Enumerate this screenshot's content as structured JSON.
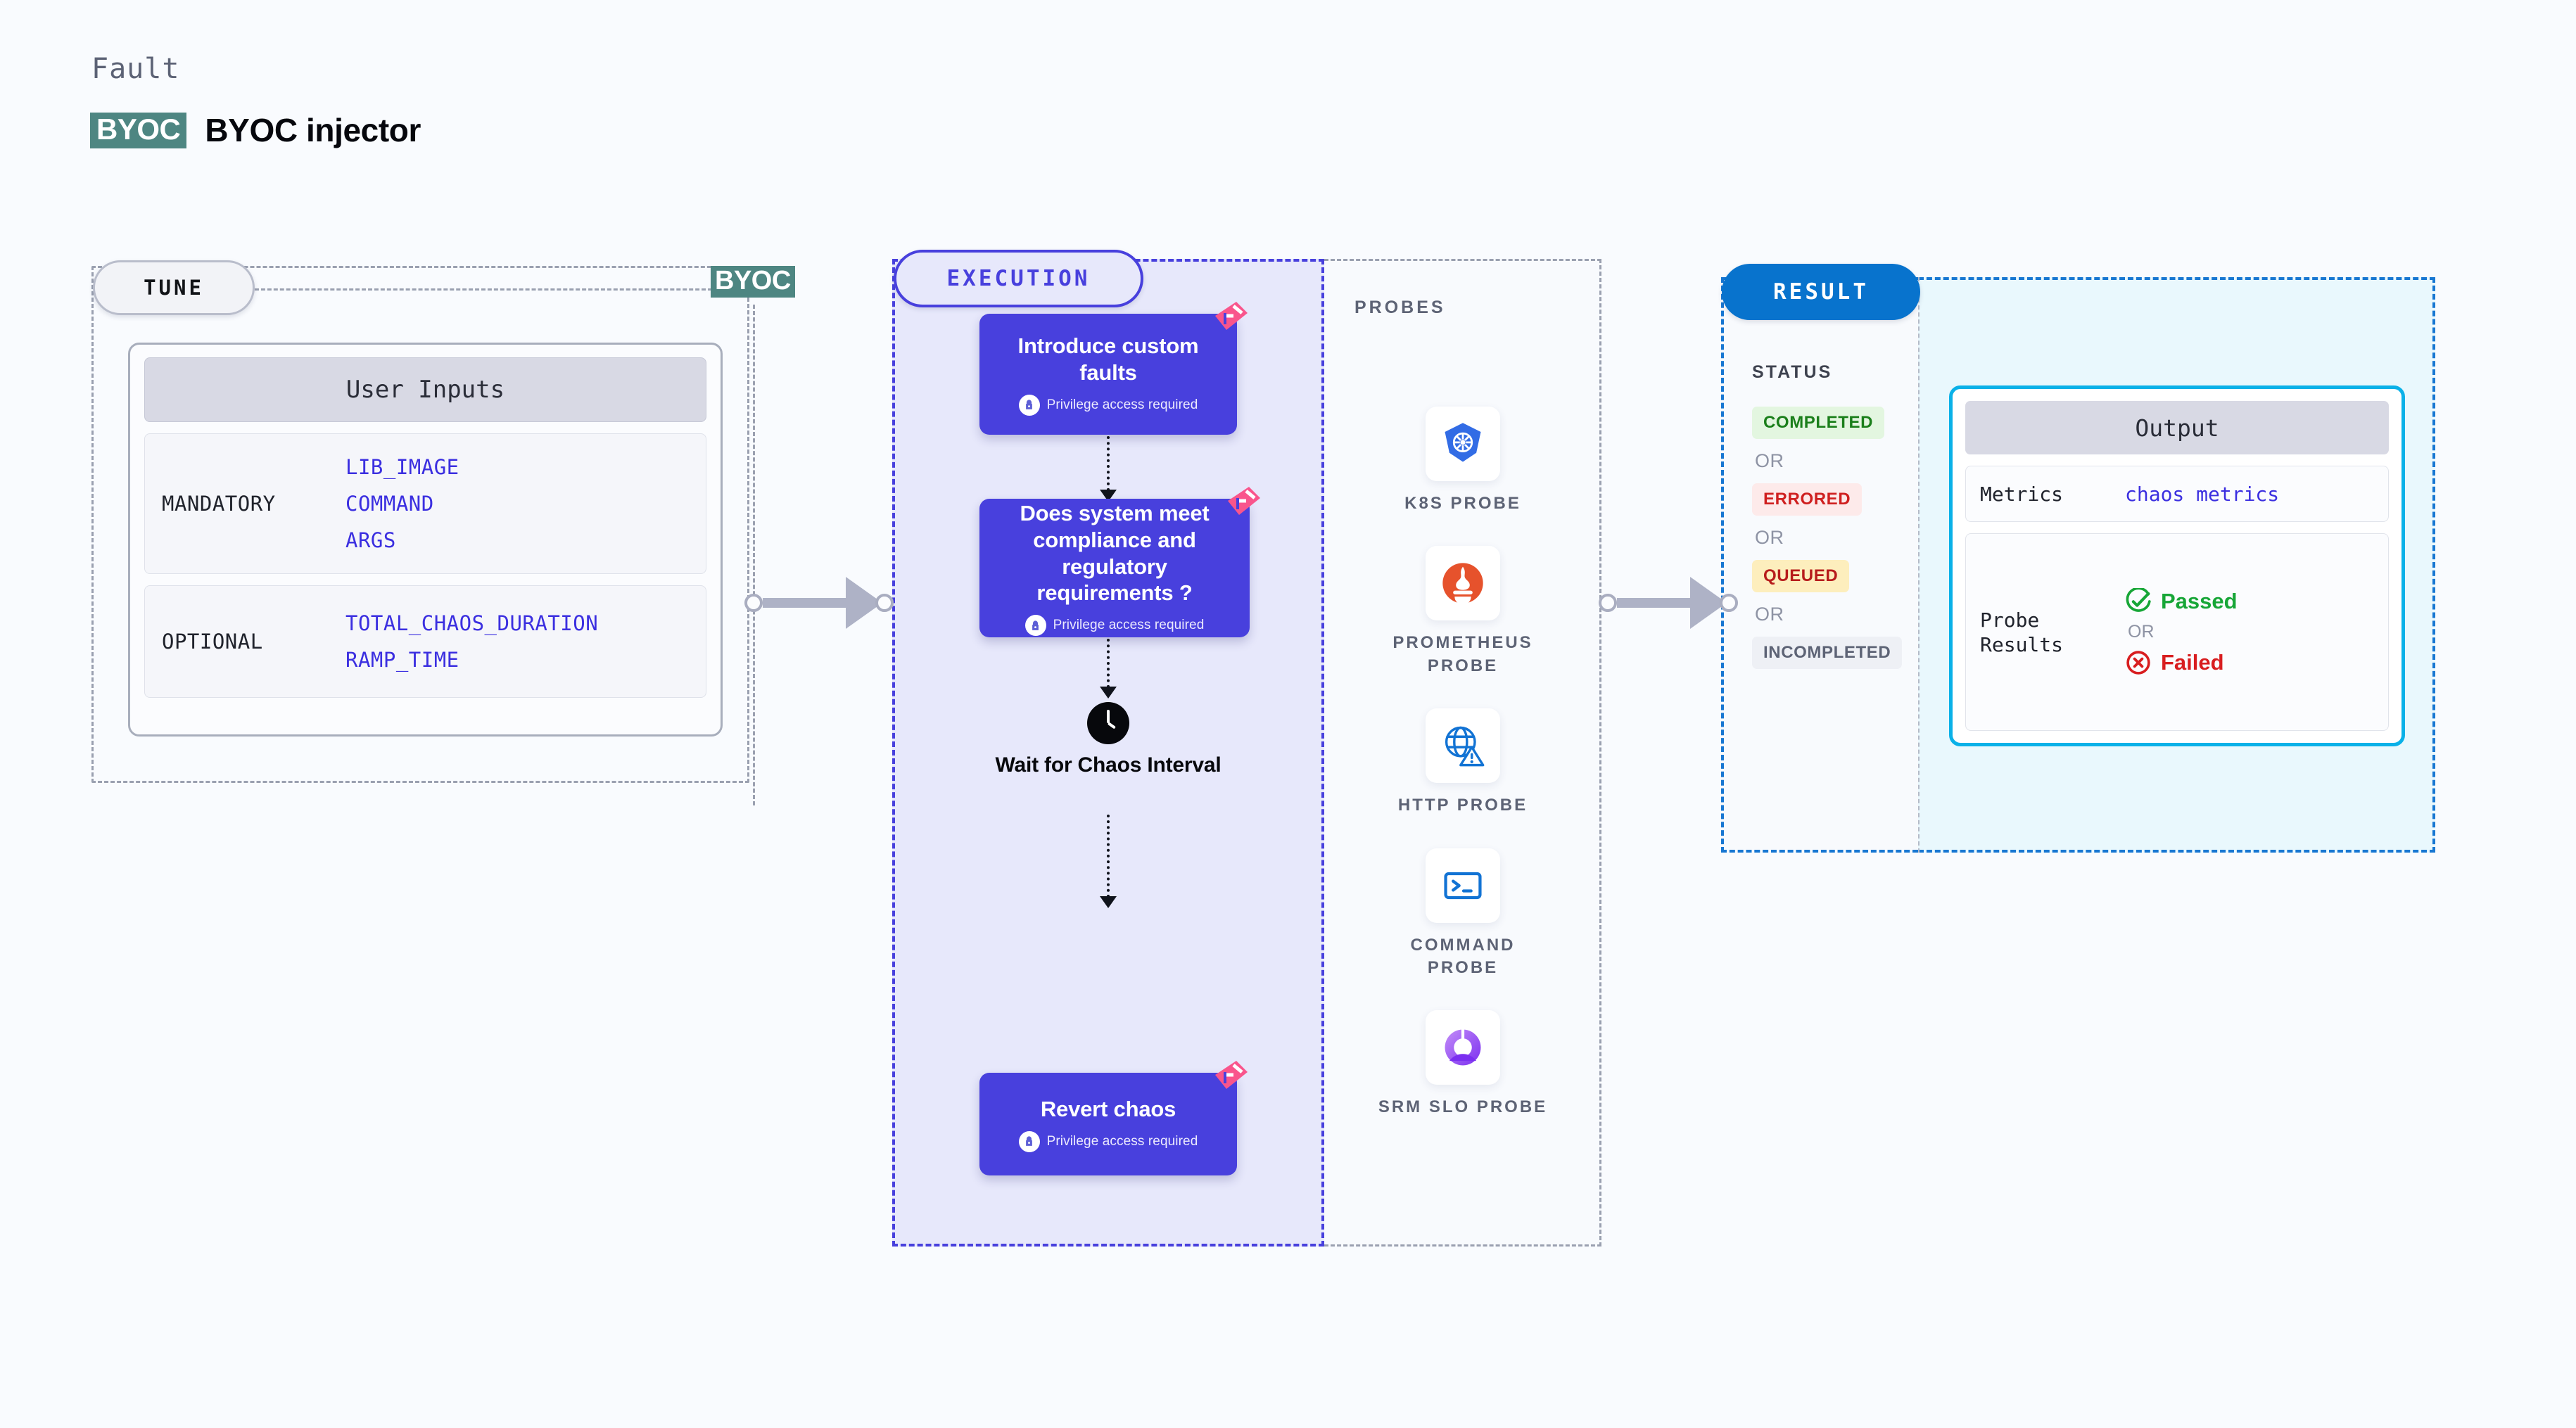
{
  "header": {
    "eyebrow": "Fault",
    "badge": "BYOC",
    "title": "BYOC injector"
  },
  "tune": {
    "pill_label": "TUNE",
    "edge_marker": "BYOC",
    "card_header": "User Inputs",
    "groups": [
      {
        "name": "MANDATORY",
        "vars": [
          "LIB_IMAGE",
          "COMMAND",
          "ARGS"
        ]
      },
      {
        "name": "OPTIONAL",
        "vars": [
          "TOTAL_CHAOS_DURATION",
          "RAMP_TIME"
        ]
      }
    ]
  },
  "execution": {
    "pill_label": "EXECUTION",
    "privilege_note": "Privilege access required",
    "nodes": [
      {
        "title": "Introduce custom faults",
        "privileged": true
      },
      {
        "title": "Does system meet compliance and regulatory requirements ?",
        "privileged": true
      },
      {
        "title": "Revert chaos",
        "privileged": true
      }
    ],
    "wait": {
      "label": "Wait for Chaos Interval",
      "icon": "clock-icon"
    }
  },
  "probes": {
    "title": "PROBES",
    "items": [
      {
        "label": "K8S PROBE",
        "icon": "kubernetes-icon"
      },
      {
        "label": "PROMETHEUS PROBE",
        "icon": "prometheus-icon"
      },
      {
        "label": "HTTP PROBE",
        "icon": "http-globe-icon"
      },
      {
        "label": "COMMAND PROBE",
        "icon": "terminal-icon"
      },
      {
        "label": "SRM SLO PROBE",
        "icon": "srm-slo-icon"
      }
    ]
  },
  "result": {
    "pill_label": "RESULT",
    "status_title": "STATUS",
    "or_label": "OR",
    "statuses": [
      {
        "label": "COMPLETED",
        "bg": "#e3f6e0",
        "fg": "#1b7f1b"
      },
      {
        "label": "ERRORED",
        "bg": "#fdeaea",
        "fg": "#cf2020"
      },
      {
        "label": "QUEUED",
        "bg": "#fdeebd",
        "fg": "#b71c1c"
      },
      {
        "label": "INCOMPLETED",
        "bg": "#eef0f5",
        "fg": "#5d6375"
      }
    ]
  },
  "output": {
    "header": "Output",
    "metrics_key": "Metrics",
    "metrics_value": "chaos metrics",
    "probe_results_key": "Probe Results",
    "passed_label": "Passed",
    "failed_label": "Failed",
    "or_label": "OR"
  },
  "colors": {
    "page_bg": "#f9fbfe",
    "byoc_teal": "#4e8682",
    "execution_indigo": "#4840dd",
    "result_blue": "#0873cd",
    "output_cyan": "#0ab1e8",
    "flag_pink": "#f9558c"
  }
}
